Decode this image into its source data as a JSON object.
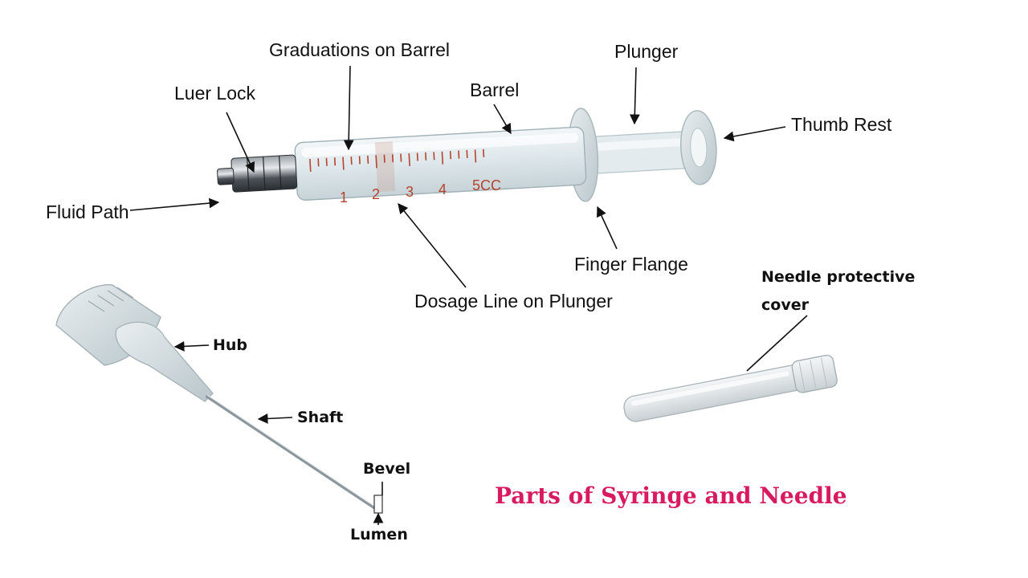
{
  "title": "Parts of Syringe and Needle",
  "colors": {
    "title": "#d81b60",
    "graduation": "#b4442c",
    "barrel": "#dde6ea",
    "metal": "#555b61"
  },
  "syringe": {
    "graduation_marks": [
      "1",
      "2",
      "3",
      "4",
      "5CC"
    ],
    "labels": {
      "graduations": "Graduations on Barrel",
      "plunger": "Plunger",
      "luer_lock": "Luer Lock",
      "barrel": "Barrel",
      "thumb_rest": "Thumb Rest",
      "fluid_path": "Fluid Path",
      "finger_flange": "Finger Flange",
      "dosage_line": "Dosage Line on Plunger"
    }
  },
  "needle": {
    "labels": {
      "hub": "Hub",
      "shaft": "Shaft",
      "bevel": "Bevel",
      "lumen": "Lumen"
    }
  },
  "cover": {
    "label_line1": "Needle protective",
    "label_line2": "cover"
  }
}
